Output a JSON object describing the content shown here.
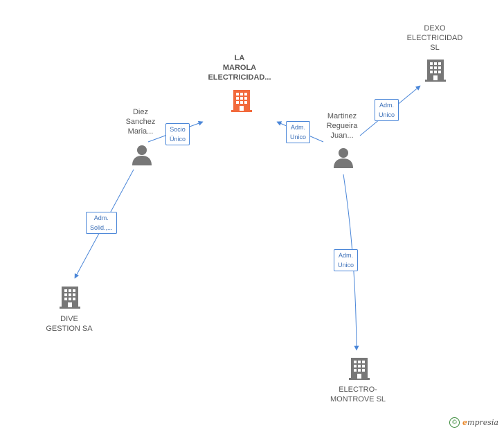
{
  "nodes": {
    "la_marola": {
      "lines": [
        "LA",
        "MAROLA",
        "ELECTRICIDAD..."
      ],
      "color": "#f26a3c"
    },
    "dexo": {
      "lines": [
        "DEXO",
        "ELECTRICIDAD",
        "SL"
      ],
      "color": "#777777"
    },
    "diez": {
      "lines": [
        "Diez",
        "Sanchez",
        "Maria..."
      ],
      "color": "#777777"
    },
    "martinez": {
      "lines": [
        "Martinez",
        "Regueira",
        "Juan..."
      ],
      "color": "#777777"
    },
    "dive": {
      "lines": [
        "DIVE",
        "GESTION SA"
      ],
      "color": "#777777"
    },
    "electro": {
      "lines": [
        "ELECTRO-",
        "MONTROVE SL"
      ],
      "color": "#777777"
    }
  },
  "edges": {
    "diez_to_marola": [
      "Socio",
      "Único"
    ],
    "martinez_to_marola": [
      "Adm.",
      "Unico"
    ],
    "martinez_to_dexo": [
      "Adm.",
      "Unico"
    ],
    "diez_to_dive": [
      "Adm.",
      "Solid.,..."
    ],
    "martinez_to_electro": [
      "Adm.",
      "Unico"
    ]
  },
  "footer": {
    "copyright": "©",
    "brand_first": "e",
    "brand_rest": "mpresia"
  },
  "colors": {
    "edge": "#4a86d8",
    "main_building": "#f26a3c",
    "building": "#777777",
    "person": "#777777"
  }
}
